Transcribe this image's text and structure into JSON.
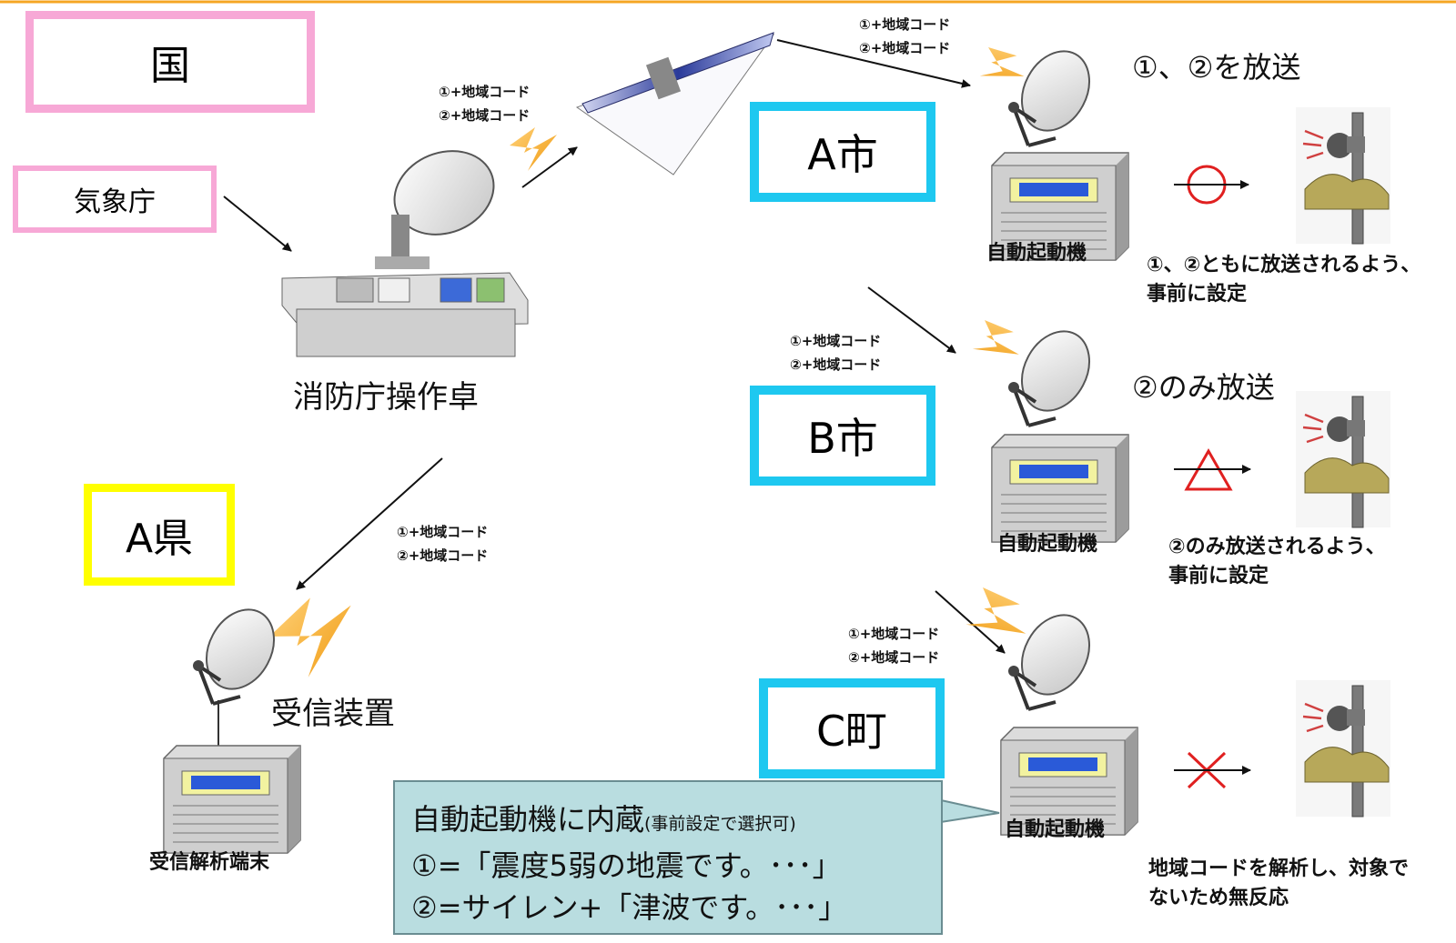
{
  "entities": {
    "country": "国",
    "jma": "気象庁",
    "fdma_console": "消防庁操作卓",
    "prefecture": "A県",
    "city_a": "A市",
    "city_b": "B市",
    "town_c": "C町"
  },
  "code_label": {
    "line1": "①+地域コード",
    "line2": "②+地域コード"
  },
  "devices": {
    "auto_starter": "自動起動機",
    "receiver": "受信装置",
    "analysis_terminal": "受信解析端末"
  },
  "outcomes": {
    "a_city": {
      "heading": "①、②を放送",
      "symbol": "circle",
      "desc_line1": "①、②ともに放送されるよう、",
      "desc_line2": "事前に設定"
    },
    "b_city": {
      "heading": "②のみ放送",
      "symbol": "triangle",
      "desc_line1": "②のみ放送されるよう、",
      "desc_line2": "事前に設定"
    },
    "c_town": {
      "symbol": "cross",
      "desc_line1": "地域コードを解析し、対象で",
      "desc_line2": "ないため無反応"
    }
  },
  "callout": {
    "line1_main": "自動起動機に内蔵",
    "line1_note": "(事前設定で選択可)",
    "line2": "①=「震度5弱の地震です。･･･」",
    "line3": "②=サイレン+「津波です。･･･」"
  },
  "colors": {
    "country_border": "#f7a8d6",
    "prefecture_border": "#ffff00",
    "city_border": "#1ec8f0",
    "top_rule": "#f5a623",
    "lightning": "#f5a21f",
    "symbol_red": "#e02020"
  }
}
